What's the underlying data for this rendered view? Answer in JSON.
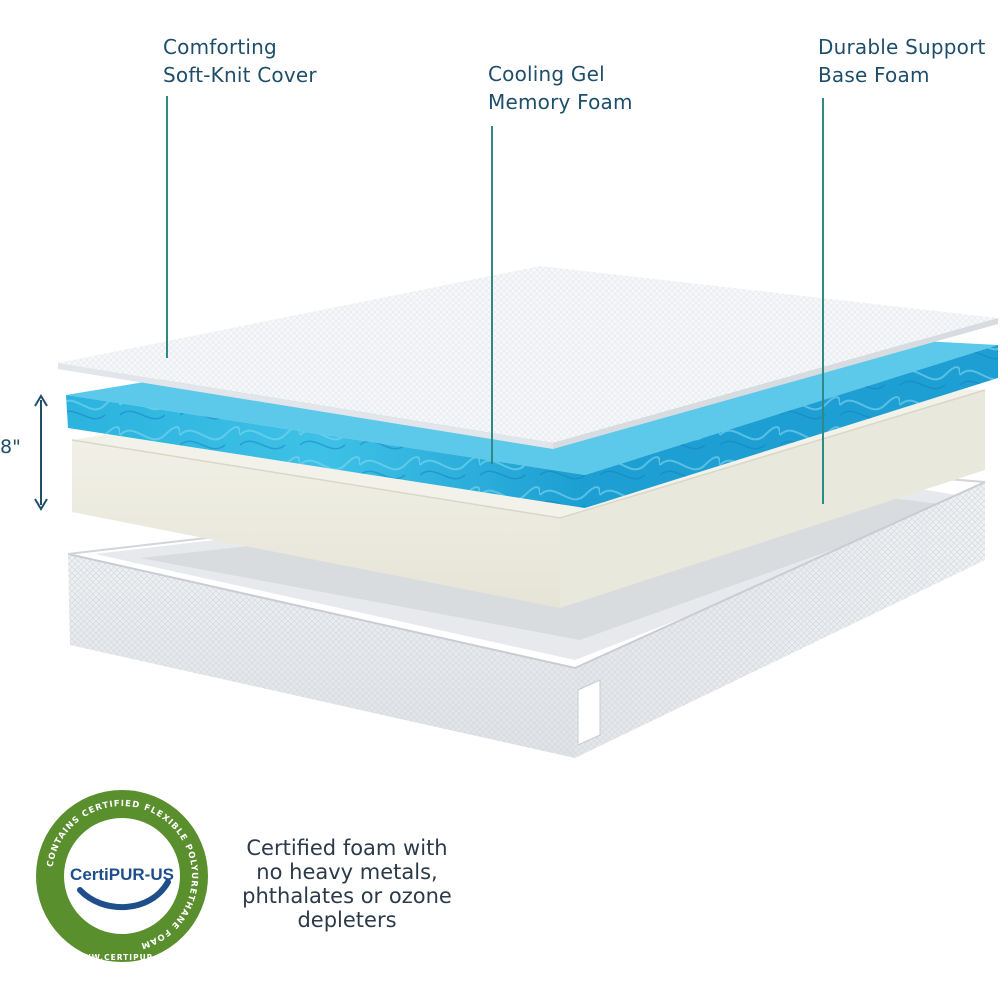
{
  "callouts": {
    "cover": {
      "line1": "Comforting",
      "line2": "Soft-Knit Cover"
    },
    "gel": {
      "line1": "Cooling Gel",
      "line2": "Memory Foam"
    },
    "base": {
      "line1": "Durable Support",
      "line2": "Base Foam"
    }
  },
  "height": {
    "label": "8\""
  },
  "certification": {
    "text_lines": [
      "Certified foam with",
      "no heavy metals,",
      "phthalates or ozone",
      "depleters"
    ],
    "seal": {
      "brand": "CertiPUR-US",
      "ring_text": "CONTAINS CERTIFIED FLEXIBLE POLYURETHANE FOAM",
      "url": "WWW.CERTIPUR.US"
    }
  },
  "colors": {
    "text": "#1f4e6b",
    "leader": "#2f8a86",
    "gel": "#1aa6d6",
    "foam": "#ecebdf",
    "cover": "#f4f5f7",
    "seal_green": "#5a8f2e"
  }
}
